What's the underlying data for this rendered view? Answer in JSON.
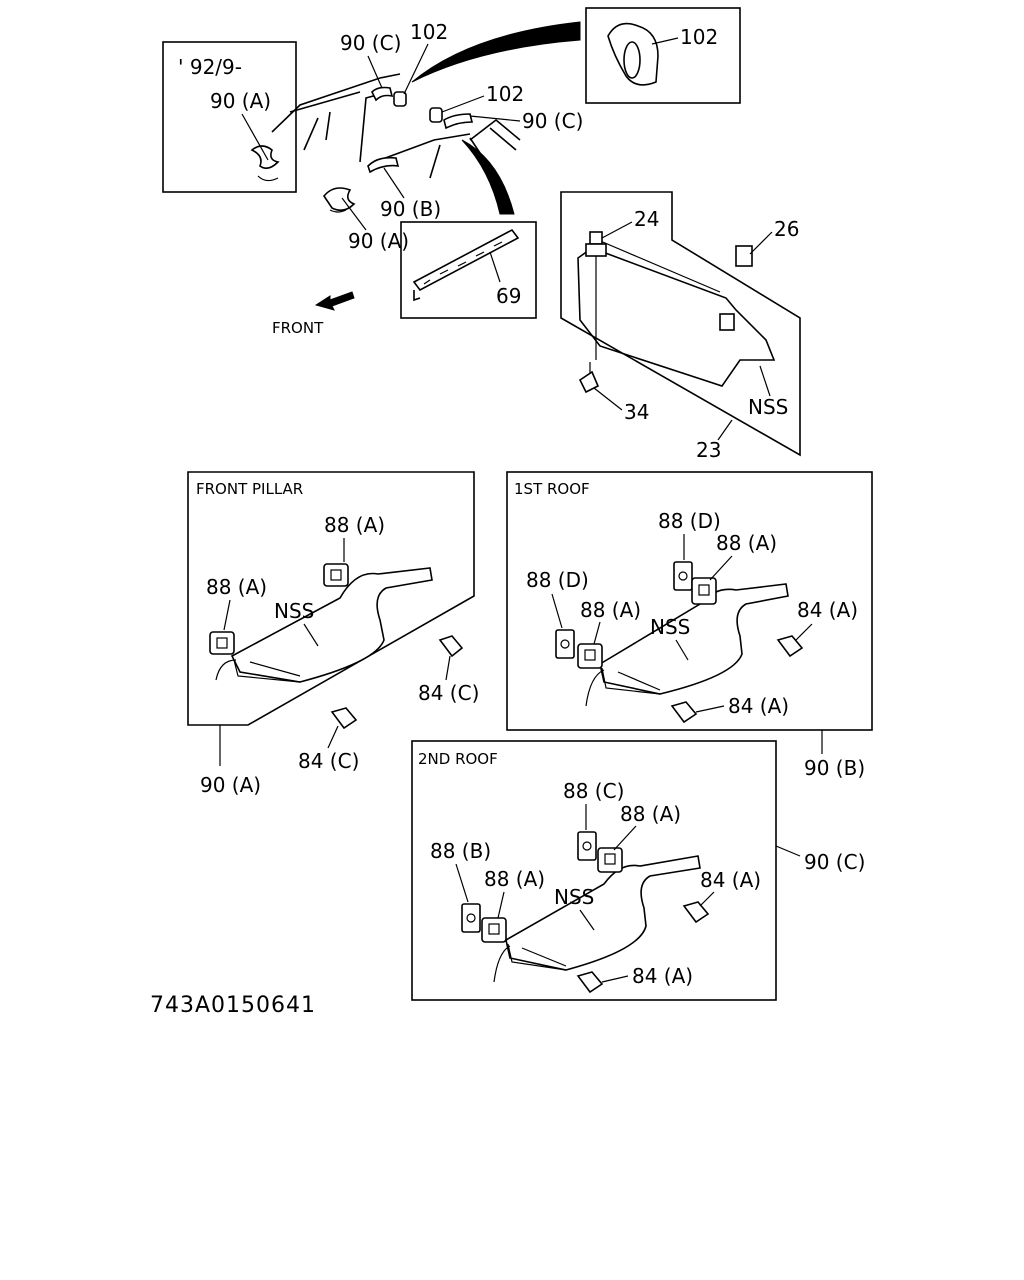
{
  "top": {
    "inset_date": "' 92/9-",
    "inset_90a": "90 (A)",
    "label_90c_1": "90 (C)",
    "label_102_1": "102",
    "label_102_2": "102",
    "label_102_3": "102",
    "label_90c_2": "90 (C)",
    "label_90b": "90 (B)",
    "label_90a": "90 (A)",
    "label_69": "69",
    "front": "FRONT",
    "label_24": "24",
    "label_26": "26",
    "label_nss": "NSS",
    "label_34": "34",
    "label_23": "23"
  },
  "front_pillar": {
    "title": "FRONT PILLAR",
    "label_88a_top": "88 (A)",
    "label_88a_left": "88 (A)",
    "label_nss": "NSS",
    "label_84c_right": "84 (C)",
    "label_84c_bottom": "84 (C)",
    "label_90a": "90 (A)"
  },
  "first_roof": {
    "title": "1ST ROOF",
    "label_88d_top": "88 (D)",
    "label_88a_top": "88 (A)",
    "label_88d_left": "88 (D)",
    "label_88a_left": "88 (A)",
    "label_nss": "NSS",
    "label_84a_right": "84 (A)",
    "label_84a_bottom": "84 (A)",
    "label_90b": "90 (B)"
  },
  "second_roof": {
    "title": "2ND ROOF",
    "label_88c": "88 (C)",
    "label_88a_top": "88 (A)",
    "label_88b": "88 (B)",
    "label_88a_left": "88 (A)",
    "label_nss": "NSS",
    "label_84a_right": "84 (A)",
    "label_84a_bottom": "84 (A)",
    "label_90c": "90 (C)"
  },
  "diagram_code": "743A0150641"
}
